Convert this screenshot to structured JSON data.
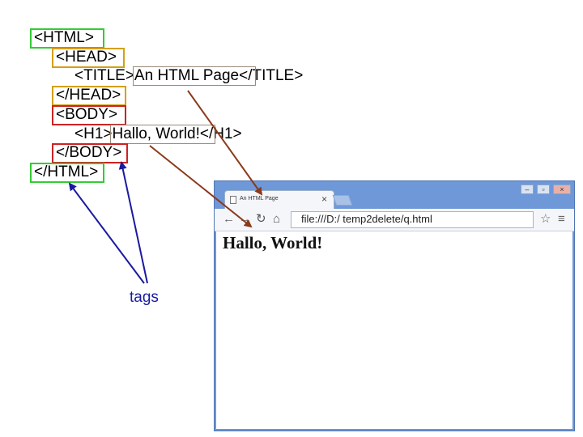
{
  "code": {
    "html_open": "<HTML>",
    "head_open": "<HEAD>",
    "title_open": "<TITLE>",
    "title_text": "An HTML Page",
    "title_close": "</TITLE>",
    "head_close": "</HEAD>",
    "body_open": "<BODY>",
    "h1_open": "<H1>",
    "h1_text": "Hallo, World!",
    "h1_close": "</H1>",
    "body_close": "</BODY>",
    "html_close": "</HTML>"
  },
  "label": {
    "tags": "tags"
  },
  "browser": {
    "tab_title": "An HTML Page",
    "tab_close": "×",
    "url": "file:///D:/ temp2delete/q.html",
    "page_heading": "Hallo, World!"
  },
  "colors": {
    "html_box": "#33cc33",
    "head_box": "#d4a017",
    "body_box": "#cc2222",
    "content_arrow": "#8b3a1a",
    "tags_arrow": "#1a1aa0"
  }
}
